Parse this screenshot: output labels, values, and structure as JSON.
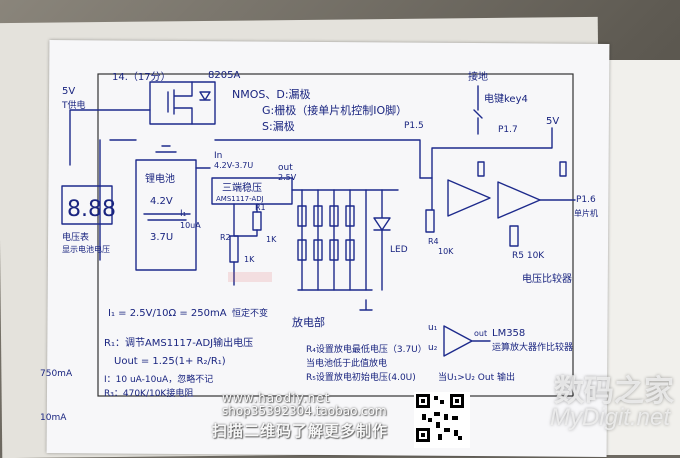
{
  "labels": {
    "question": "14.（17分）",
    "mos_chip": "8205A",
    "supply": "5V",
    "supply_note": "T供电",
    "nmos": "NMOS、D:漏极",
    "gate": "G:栅极（接单片机控制IO脚）",
    "pin": "P1.5",
    "source": "S:漏极",
    "ground": "接地",
    "key": "电键key4",
    "pin17": "P1.7",
    "ref_5v": "5V",
    "voltmeter": "电压表",
    "volt_note": "显示电池电压",
    "lithium": "锂电池",
    "batt1": "4.2V",
    "batt2": "3.7U",
    "in_label": "In",
    "in_volt": "4.2V-3.7U",
    "out_label": "out",
    "out_volt": "2.5V",
    "reg": "三端稳压",
    "reg_part": "AMS1117-ADJ",
    "r1": "R1",
    "r2": "R2",
    "r1k": "1K",
    "i_load": "I₁",
    "i_val": "10uA",
    "leds": "LED",
    "r_val": "R1",
    "r_val2": "1K",
    "r_4": "R4",
    "r_4v": "10K",
    "r_5": "R5 10K",
    "op": "LM358",
    "to_mcu": "P1.6",
    "to_mcu_note": "单片机",
    "comp": "电压比较器",
    "f1": "I₁ = 2.5V/10Ω = 250mA",
    "f1_note": "恒定不变",
    "load": "放电部",
    "f2": "R₁：调节AMS1117-ADJ输出电压",
    "f3": "Uout = 1.25(1+ R₂/R₁)",
    "f4": "I：10 uA-10uA，忽略不记",
    "f5": "R₃：470K/10K接电阻",
    "f6": "R₄设置放电最低电压（3.7U）",
    "f7": "当电池低于此值放电",
    "f8": "R₅设置放电初始电压(4.0U)",
    "f9": "LM358",
    "f10": "运算放大器作比较器",
    "f11": "当U₁>U₂ Out 输出",
    "f12": "u₁",
    "f13": "u₂",
    "f14": "out",
    "side_note1": "750mA",
    "side_note2": "10mA"
  },
  "watermark": {
    "site_cn": "数码之家",
    "site_en": "MyDigit.net",
    "promo_url": "www.haodiy.net",
    "promo_shop": "shop35392304.taobao.com",
    "promo_cta": "扫描二维码了解更多制作"
  },
  "colors": {
    "ink": "#1d2a8c",
    "paper": "#f7f7f9",
    "red_stamp": "#c8362f"
  }
}
